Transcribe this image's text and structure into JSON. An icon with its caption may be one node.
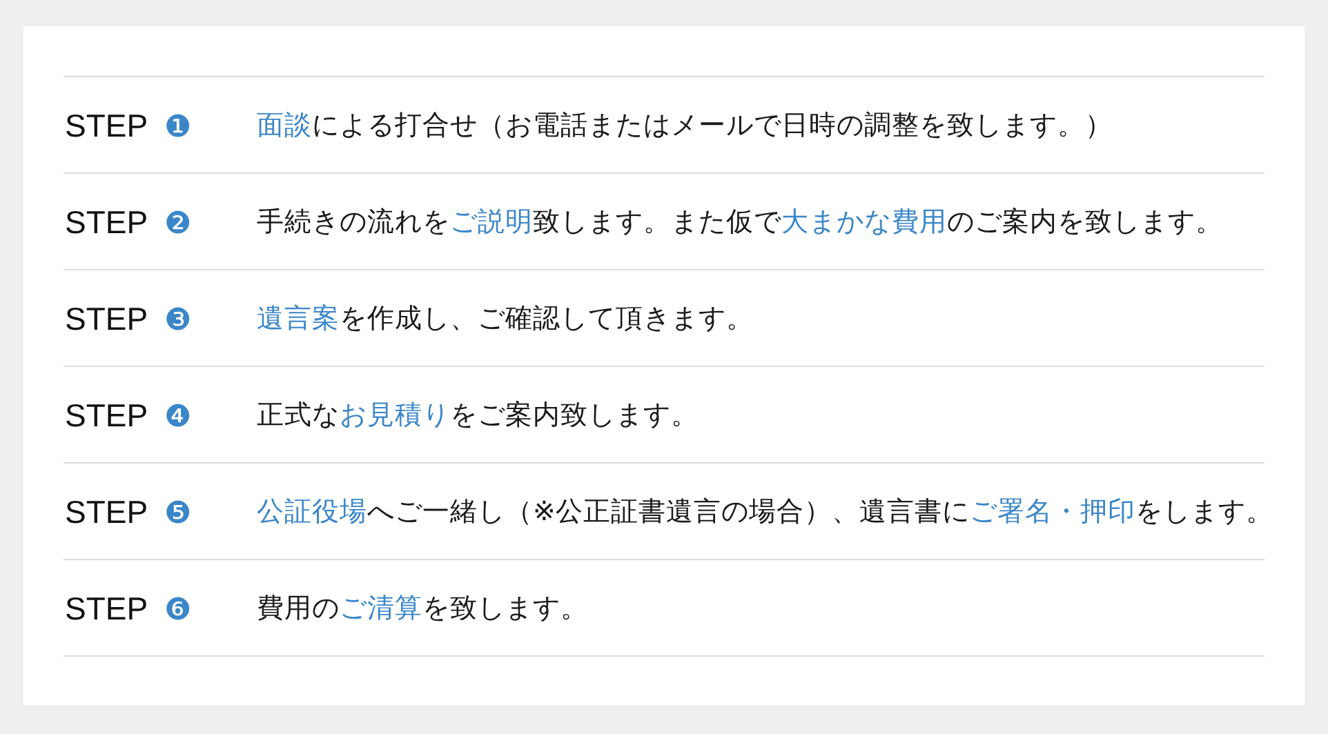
{
  "diagram": {
    "labels": [
      "STEP **❶**",
      "**面談**による打合せ（お電話またはメールで日時の調整を致します。）",
      "STEP **❷**",
      "手続きの流れを**ご説明**致します。また仮で**大まかな費用**のご案内を致します。",
      "STEP **❸**",
      "**遺言案**を作成し、ご確認して頂きます。",
      "STEP **❹**",
      "正式な**お見積り**をご案内致します。",
      "STEP **❺**",
      "**公証役場**へご一緒し（※公正証書遺言の場合）、遺言書に**ご署名・押印**をします。",
      "STEP **❻**",
      "費用の**ご清算**を致します。"
    ]
  }
}
